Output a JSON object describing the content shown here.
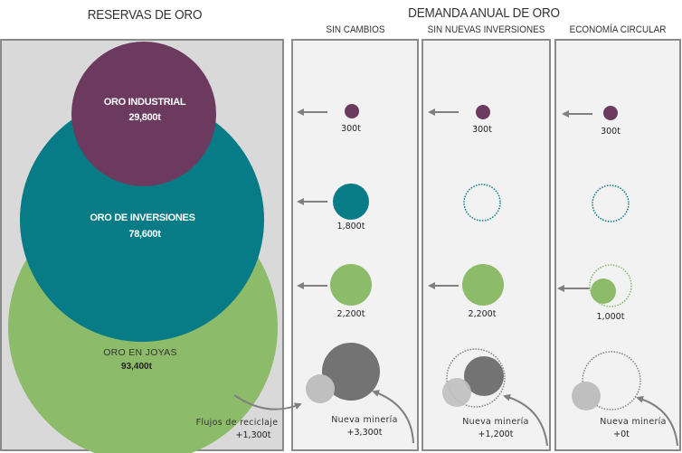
{
  "header": {
    "reserves_title": "RESERVAS DE ORO",
    "demand_title": "DEMANDA ANUAL DE ORO",
    "scenarios": [
      "SIN CAMBIOS",
      "SIN NUEVAS INVERSIONES",
      "ECONOMÍA CIRCULAR"
    ]
  },
  "colors": {
    "industrial": "#6b3a5e",
    "investment": "#077b86",
    "jewelry": "#8cbb69",
    "mining": "#737373",
    "recycling": "#bfbfbf",
    "arrow": "#808080",
    "left_panel_bg": "#d9d9d9",
    "right_panel_bg": "#f2f2f2"
  },
  "reserves": {
    "industrial": {
      "label": "ORO INDUSTRIAL",
      "value": "29,800t"
    },
    "investment": {
      "label": "ORO DE INVERSIONES",
      "value": "78,600t"
    },
    "jewelry": {
      "label": "ORO EN JOYAS",
      "value": "93,400t"
    },
    "recycling": {
      "label": "Flujos de reciclaje",
      "value": "+1,300t"
    }
  },
  "scenarios": [
    {
      "name": "SIN CAMBIOS",
      "industrial": "300t",
      "investment": "1,800t",
      "jewelry": "2,200t",
      "mining_label": "Nueva minería",
      "mining_value": "+3,300t"
    },
    {
      "name": "SIN NUEVAS INVERSIONES",
      "industrial": "300t",
      "investment": "",
      "jewelry": "2,200t",
      "mining_label": "Nueva minería",
      "mining_value": "+1,200t"
    },
    {
      "name": "ECONOMÍA CIRCULAR",
      "industrial": "300t",
      "investment": "",
      "jewelry": "1,000t",
      "mining_label": "Nueva minería",
      "mining_value": "+0t"
    }
  ]
}
